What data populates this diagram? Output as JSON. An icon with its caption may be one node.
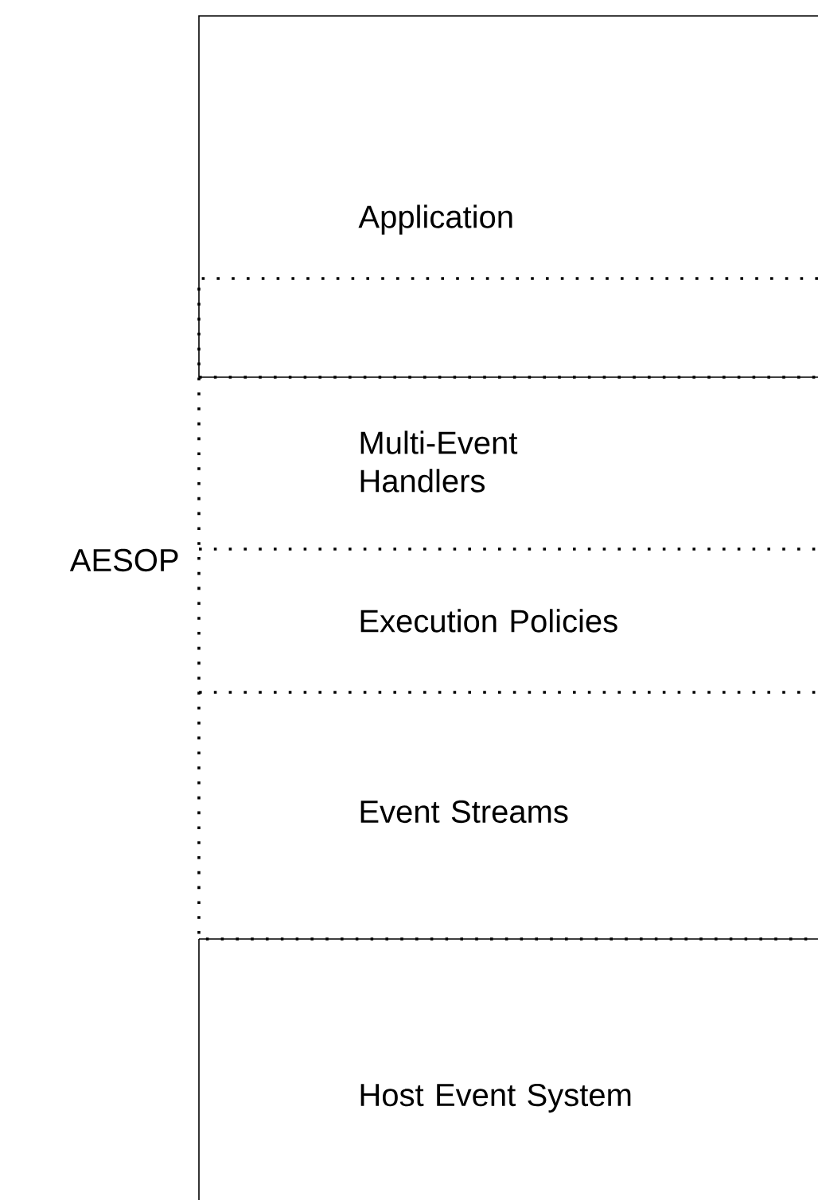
{
  "diagram": {
    "nodes": [
      {
        "text": [
          "Application"
        ]
      },
      {
        "text": [
          "AESOP"
        ]
      },
      {
        "text": [
          "Multi-Event Handlers"
        ],
        "in": 1
      },
      {
        "text": [
          "Execution Policies"
        ],
        "in": 1
      },
      {
        "text": [
          "Event Streams"
        ],
        "in": 1
      },
      {
        "text": [
          "Host Event System"
        ]
      }
    ]
  }
}
